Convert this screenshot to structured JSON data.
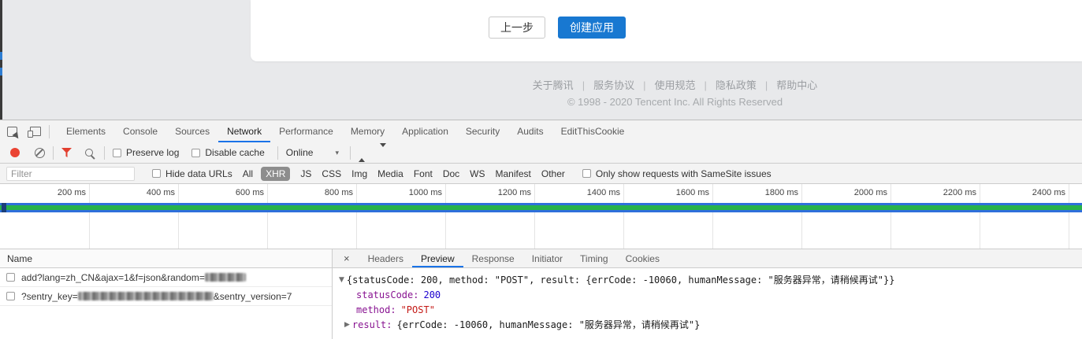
{
  "page": {
    "buttons": {
      "prev": "上一步",
      "create": "创建应用"
    },
    "footer": {
      "links": [
        "关于腾讯",
        "服务协议",
        "使用规范",
        "隐私政策",
        "帮助中心"
      ],
      "separator": "|",
      "copyright": "© 1998 - 2020 Tencent Inc. All Rights Reserved"
    }
  },
  "icons": {
    "caret_down": "▾",
    "triangle_down": "▼",
    "triangle_right": "▶",
    "close": "×"
  },
  "devtools": {
    "tabs": [
      "Elements",
      "Console",
      "Sources",
      "Network",
      "Performance",
      "Memory",
      "Application",
      "Security",
      "Audits",
      "EditThisCookie"
    ],
    "selected_tab": "Network",
    "toolbar": {
      "preserve_log": "Preserve log",
      "disable_cache": "Disable cache",
      "throttling": "Online"
    },
    "filterbar": {
      "placeholder": "Filter",
      "hide_data_urls": "Hide data URLs",
      "types": [
        "All",
        "XHR",
        "JS",
        "CSS",
        "Img",
        "Media",
        "Font",
        "Doc",
        "WS",
        "Manifest",
        "Other"
      ],
      "selected_type": "XHR",
      "samesite_label": "Only show requests with SameSite issues"
    },
    "timeline": {
      "ticks": [
        "200 ms",
        "400 ms",
        "600 ms",
        "800 ms",
        "1000 ms",
        "1200 ms",
        "1400 ms",
        "1600 ms",
        "1800 ms",
        "2000 ms",
        "2200 ms",
        "2400 ms"
      ]
    },
    "requests": {
      "header": "Name",
      "rows": [
        {
          "prefix": "add?lang=zh_CN&ajax=1&f=json&random=",
          "suffix": "",
          "redacted": true
        },
        {
          "prefix": "?sentry_key=",
          "suffix": "&sentry_version=7",
          "redacted": true
        }
      ]
    },
    "details": {
      "close": "×",
      "tabs": [
        "Headers",
        "Preview",
        "Response",
        "Initiator",
        "Timing",
        "Cookies"
      ],
      "selected_tab": "Preview",
      "preview": {
        "summary": "{statusCode: 200, method: \"POST\", result: {errCode: -10060, humanMessage: \"服务器异常，请稍候再试\"}}",
        "fields": [
          {
            "key": "statusCode:",
            "value": "200"
          },
          {
            "key": "method:",
            "value": "\"POST\""
          }
        ],
        "result": {
          "key": "result:",
          "value": "{errCode: -10060, humanMessage: \"服务器异常，请稍候再试\"}"
        }
      }
    },
    "colors": {
      "accent_blue": "#1a73e8",
      "record_red": "#ea4333",
      "filter_red": "#e23f2f",
      "band_green": "#27b24b",
      "band_blue": "#2f6fdb",
      "json_key_purple": "#881391",
      "json_number_blue": "#1c00cf",
      "json_string_red": "#c41a16",
      "create_button_blue": "#1878d1"
    }
  }
}
